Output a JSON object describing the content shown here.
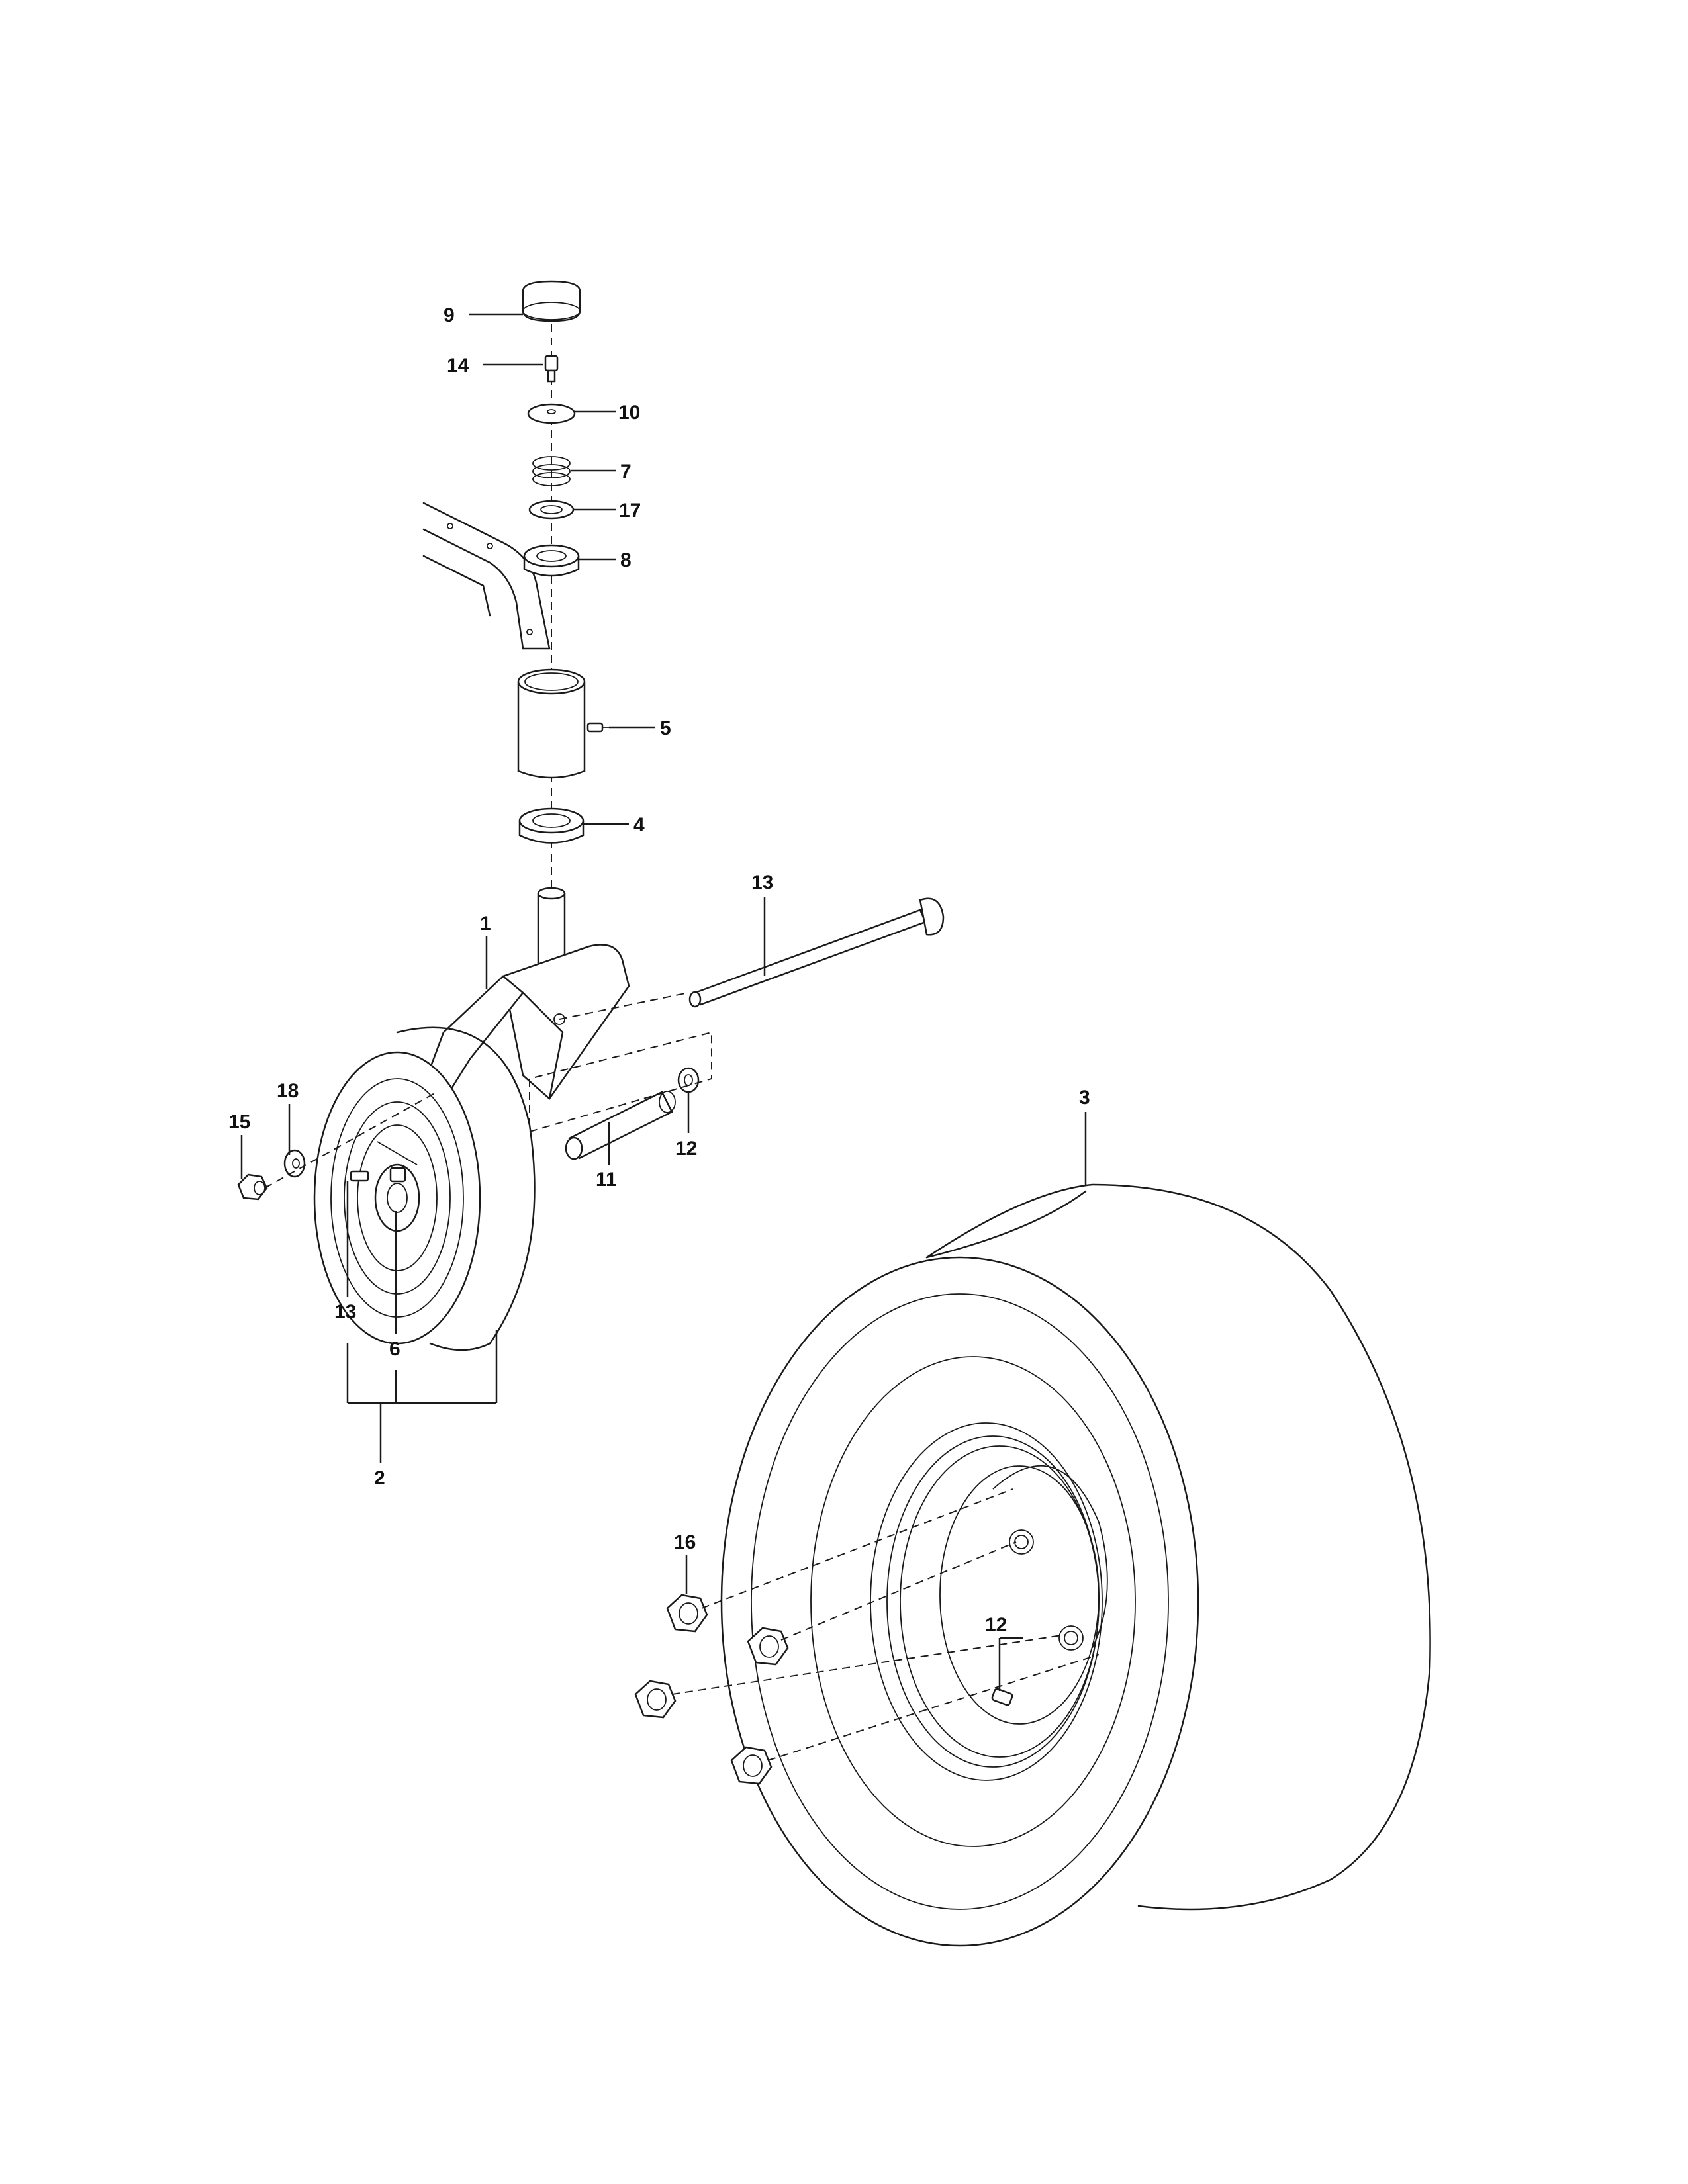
{
  "diagram": {
    "type": "exploded-parts-view",
    "callouts": [
      {
        "id": "c1",
        "label": "1"
      },
      {
        "id": "c2",
        "label": "2"
      },
      {
        "id": "c3",
        "label": "3"
      },
      {
        "id": "c4",
        "label": "4"
      },
      {
        "id": "c5",
        "label": "5"
      },
      {
        "id": "c6",
        "label": "6"
      },
      {
        "id": "c7",
        "label": "7"
      },
      {
        "id": "c8",
        "label": "8"
      },
      {
        "id": "c9",
        "label": "9"
      },
      {
        "id": "c10",
        "label": "10"
      },
      {
        "id": "c11",
        "label": "11"
      },
      {
        "id": "c12a",
        "label": "12"
      },
      {
        "id": "c12b",
        "label": "12"
      },
      {
        "id": "c13",
        "label": "13"
      },
      {
        "id": "c14",
        "label": "14"
      },
      {
        "id": "c15",
        "label": "15"
      },
      {
        "id": "c16",
        "label": "16"
      },
      {
        "id": "c17",
        "label": "17"
      },
      {
        "id": "c18",
        "label": "18"
      },
      {
        "id": "c19",
        "label": "19"
      }
    ]
  }
}
